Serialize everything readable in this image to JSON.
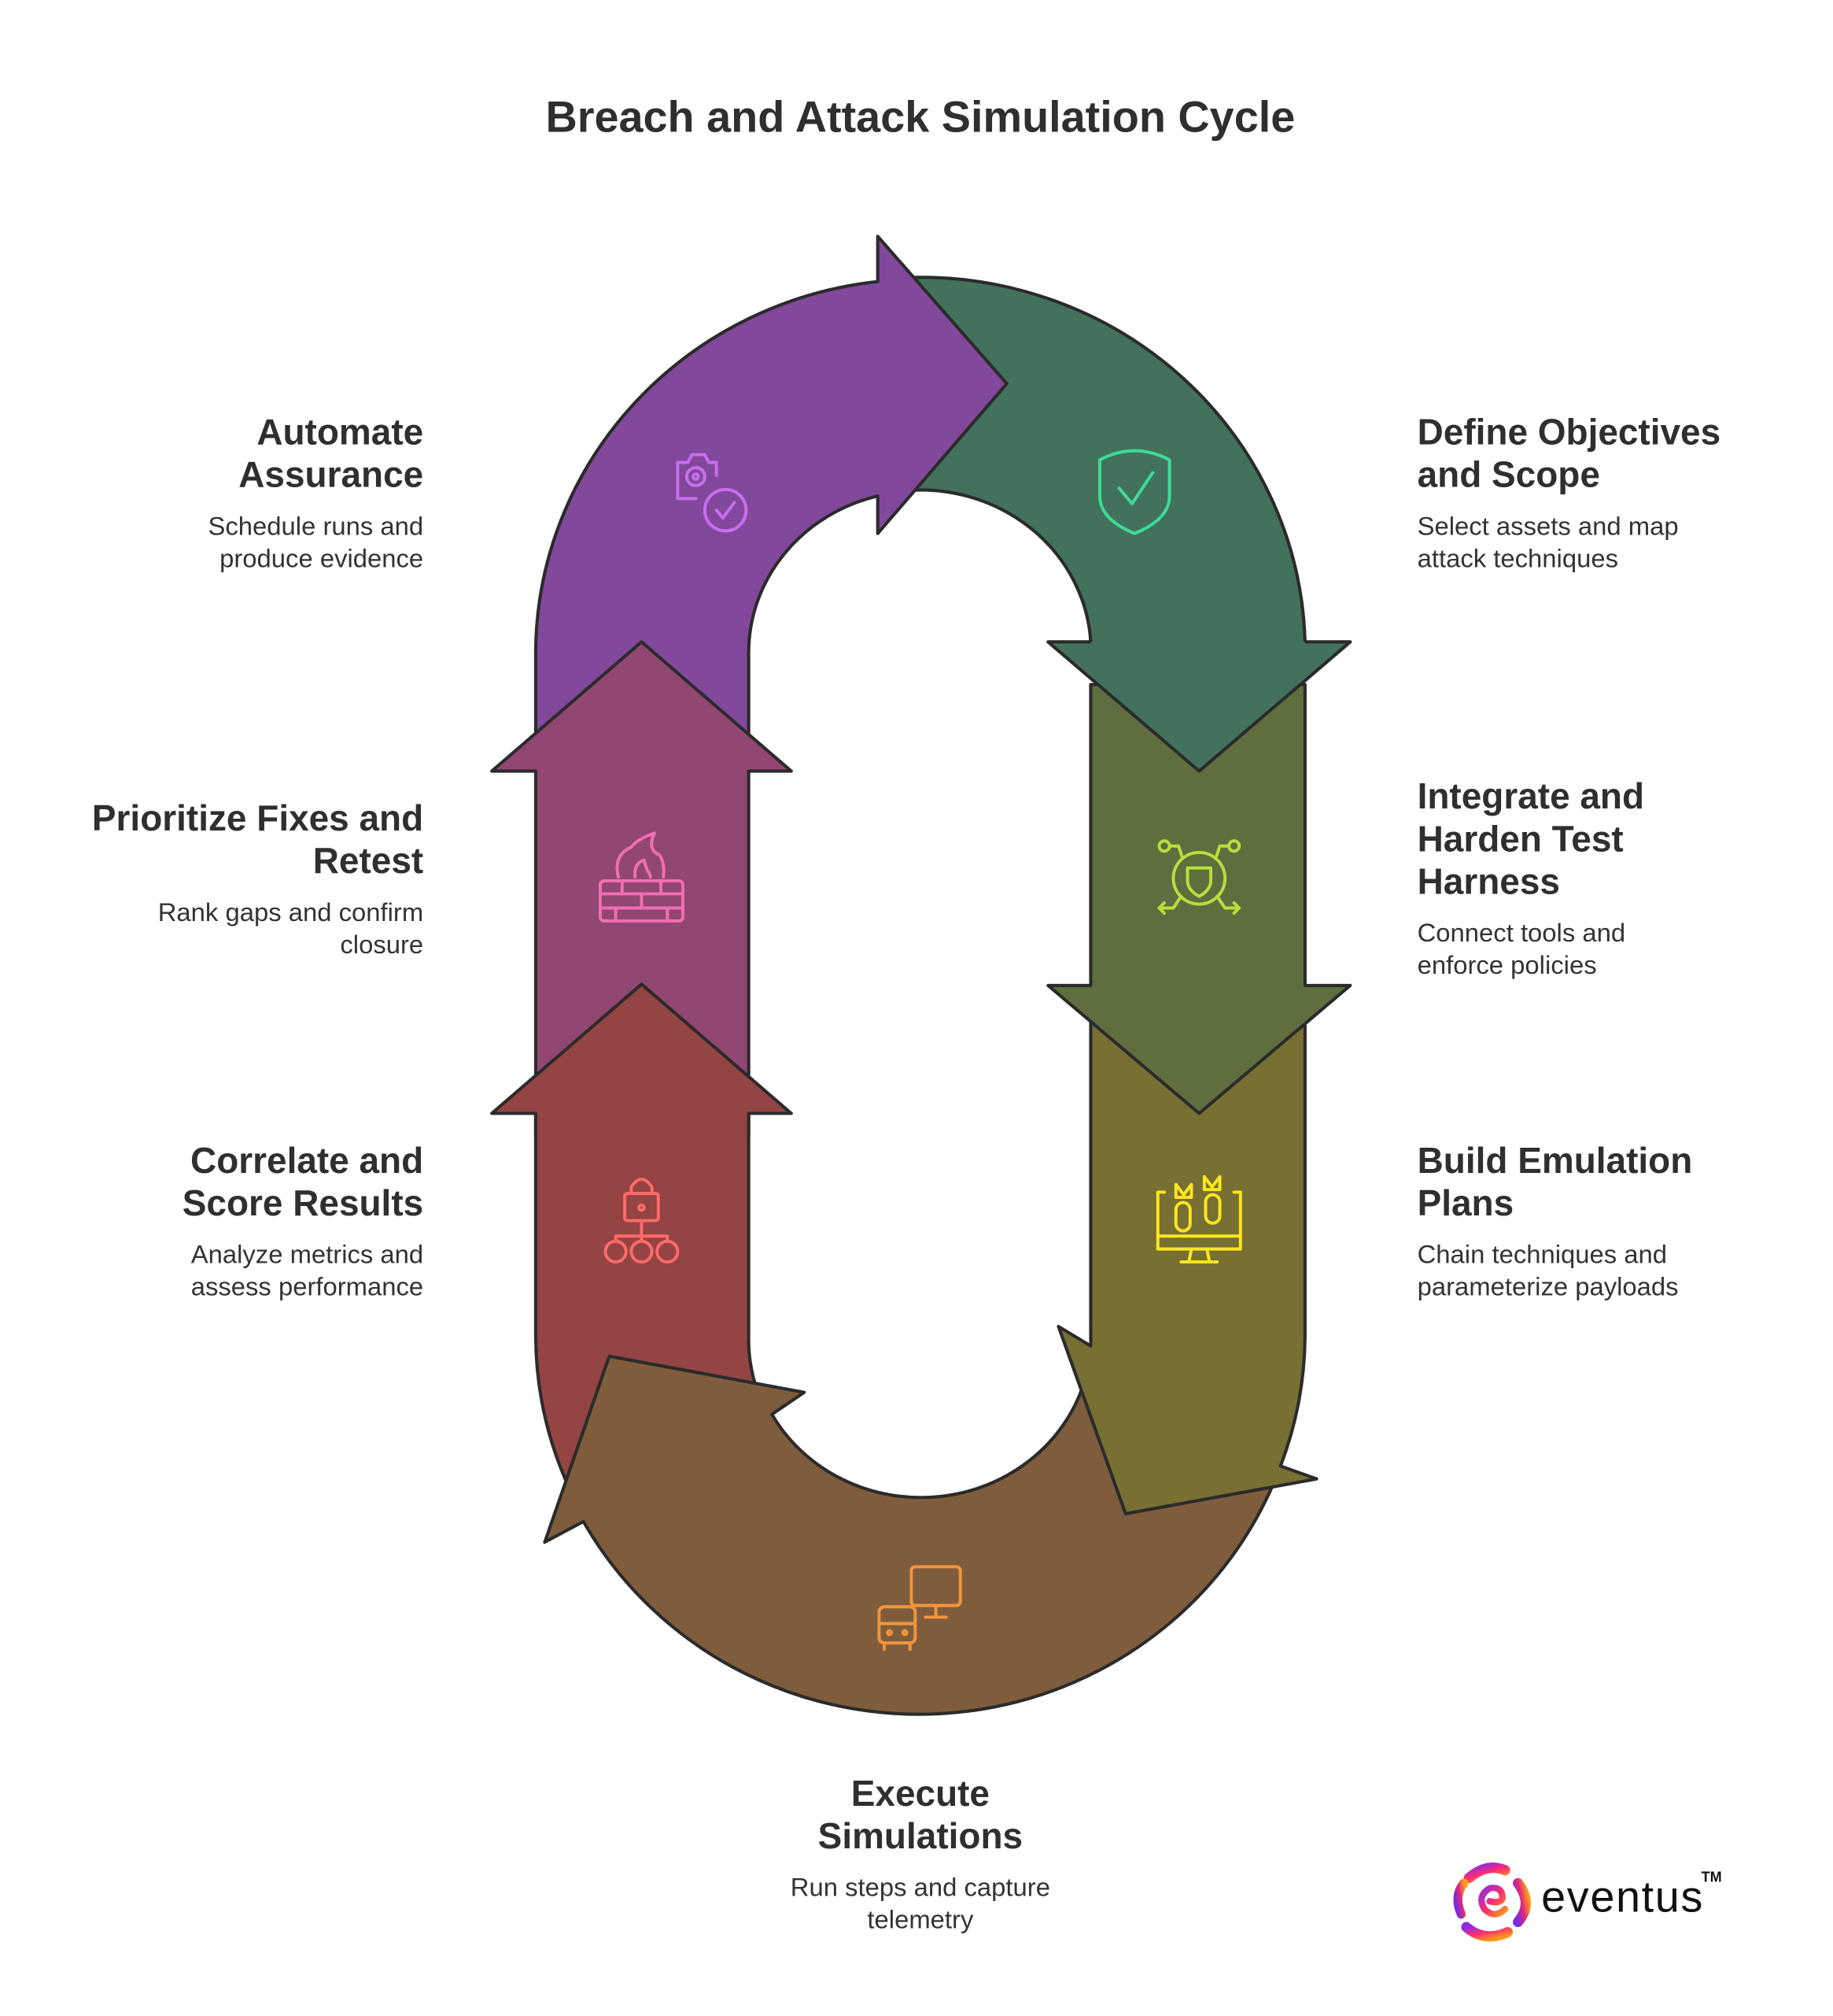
{
  "title": "Breach and Attack Simulation Cycle",
  "steps": [
    {
      "title_lines": [
        "Define Objectives",
        "and Scope"
      ],
      "desc_lines": [
        "Select assets and map",
        "attack techniques"
      ],
      "color": "#42725c",
      "icon": "shield-check-icon",
      "icon_color": "#3ddc97"
    },
    {
      "title_lines": [
        "Integrate and",
        "Harden Test",
        "Harness"
      ],
      "desc_lines": [
        "Connect tools and",
        "enforce policies"
      ],
      "color": "#5f6e3e",
      "icon": "shield-network-icon",
      "icon_color": "#b5e03a"
    },
    {
      "title_lines": [
        "Build Emulation",
        "Plans"
      ],
      "desc_lines": [
        "Chain techniques and",
        "parameterize payloads"
      ],
      "color": "#777032",
      "icon": "monitor-bombs-icon",
      "icon_color": "#ffe620"
    },
    {
      "title_lines": [
        "Execute",
        "Simulations"
      ],
      "desc_lines": [
        "Run steps and capture",
        "telemetry"
      ],
      "color": "#7f5d3c",
      "icon": "bus-monitor-icon",
      "icon_color": "#f2953a"
    },
    {
      "title_lines": [
        "Correlate and",
        "Score Results"
      ],
      "desc_lines": [
        "Analyze metrics and",
        "assess performance"
      ],
      "color": "#944442",
      "icon": "lock-network-icon",
      "icon_color": "#ff6b6b"
    },
    {
      "title_lines": [
        "Prioritize Fixes and",
        "Retest"
      ],
      "desc_lines": [
        "Rank gaps and confirm",
        "closure"
      ],
      "color": "#924672",
      "icon": "firewall-icon",
      "icon_color": "#f06fb0"
    },
    {
      "title_lines": [
        "Automate",
        "Assurance"
      ],
      "desc_lines": [
        "Schedule runs and",
        "produce evidence"
      ],
      "color": "#82489b",
      "icon": "camera-check-icon",
      "icon_color": "#c86ef0"
    }
  ],
  "logo": {
    "text": "eventus",
    "tm": "TM"
  }
}
